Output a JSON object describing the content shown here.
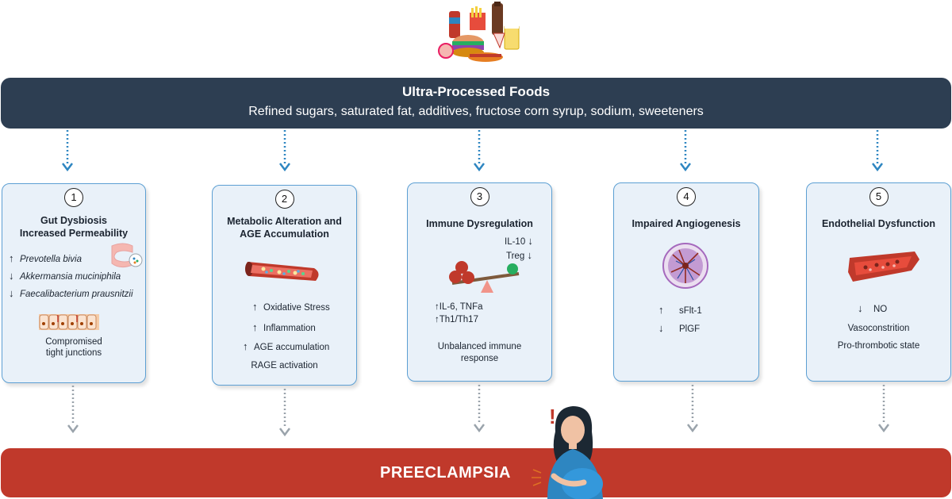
{
  "header": {
    "title": "Ultra-Processed Foods",
    "subtitle": "Refined sugars, saturated fat, additives, fructose corn syrup, sodium, sweeteners"
  },
  "boxes": [
    {
      "number": "1",
      "title_line1": "Gut Dysbiosis",
      "title_line2": "Increased Permeability",
      "items": [
        {
          "arrow": "↑",
          "text": "Prevotella bivia"
        },
        {
          "arrow": "↓",
          "text": "Akkermansia muciniphila"
        },
        {
          "arrow": "↓",
          "text": "Faecalibacterium prausnitzii"
        }
      ],
      "caption_line1": "Compromised",
      "caption_line2": "tight junctions"
    },
    {
      "number": "2",
      "title_line1": "Metabolic Alteration and",
      "title_line2": "AGE Accumulation",
      "items": [
        {
          "arrow": "↑",
          "text": "Oxidative Stress"
        },
        {
          "arrow": "↑",
          "text": "Inflammation"
        },
        {
          "arrow": "↑",
          "text": "AGE accumulation"
        }
      ],
      "caption_line1": "RAGE activation"
    },
    {
      "number": "3",
      "title_line1": "Immune Dysregulation",
      "right_items": [
        {
          "text": "IL-10",
          "arrow": "↓"
        },
        {
          "text": "Treg",
          "arrow": "↓"
        }
      ],
      "left_items": [
        {
          "arrow": "↑",
          "text": "IL-6, TNFa"
        },
        {
          "arrow": "↑",
          "text": "Th1/Th17"
        }
      ],
      "caption_line1": "Unbalanced immune",
      "caption_line2": "response"
    },
    {
      "number": "4",
      "title_line1": "Impaired Angiogenesis",
      "items": [
        {
          "arrow": "↑",
          "text": "sFlt-1"
        },
        {
          "arrow": "↓",
          "text": "PlGF"
        }
      ]
    },
    {
      "number": "5",
      "title_line1": "Endothelial Dysfunction",
      "items": [
        {
          "arrow": "↓",
          "text": "NO"
        }
      ],
      "caption_line1": "Vasoconstrition",
      "caption_line2": "Pro-thrombotic state"
    }
  ],
  "footer": {
    "label": "PREECLAMPSIA",
    "alert_mark": "!"
  },
  "colors": {
    "header_bg": "#2d3e52",
    "box_bg": "#e9f1f9",
    "box_border": "#5c9fd3",
    "footer_bg": "#c0392b",
    "connector_top": "#2e86c1",
    "connector_bottom": "#9aa3ab"
  }
}
